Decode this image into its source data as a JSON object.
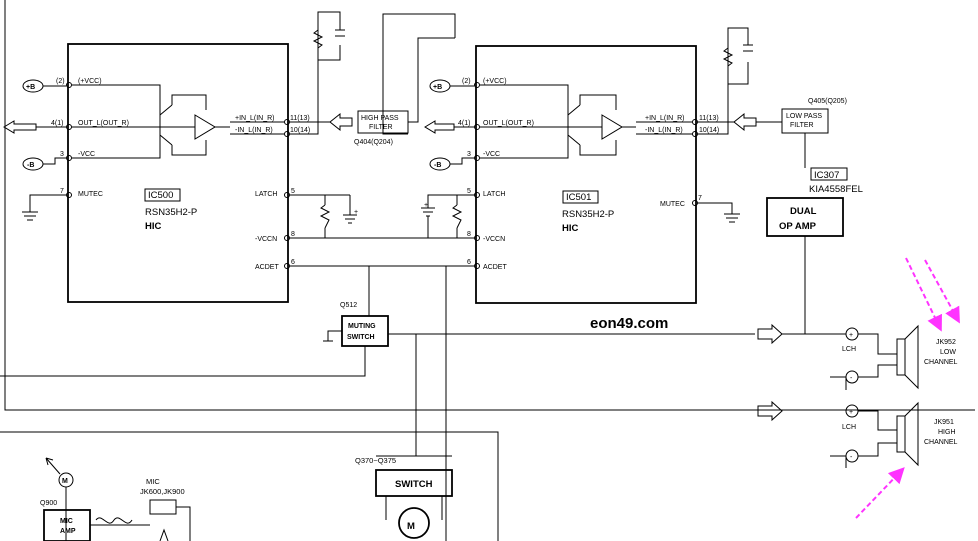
{
  "ic500": {
    "designator": "IC500",
    "part": "RSN35H2-P",
    "type": "HIC",
    "pins": {
      "vcc_pos": "(2)",
      "vcc_pos_name": "(+VCC)",
      "out": "4(1)",
      "out_name": "OUT_L(OUT_R)",
      "vcc_neg": "3",
      "vcc_neg_name": "-VCC",
      "mutec": "7",
      "mutec_name": "MUTEC",
      "in_pos_name": "+IN_L(IN_R)",
      "in_pos": "11(13)",
      "in_neg_name": "-IN_L(IN_R)",
      "in_neg": "10(14)",
      "latch_name": "LATCH",
      "latch": "5",
      "vccn_name": "-VCCN",
      "vccn": "8",
      "acdet_name": "ACDET",
      "acdet": "6"
    }
  },
  "ic501": {
    "designator": "IC501",
    "part": "RSN35H2-P",
    "type": "HIC",
    "pins": {
      "vcc_pos": "(2)",
      "vcc_pos_name": "(+VCC)",
      "out": "4(1)",
      "out_name": "OUT_L(OUT_R)",
      "vcc_neg": "3",
      "vcc_neg_name": "-VCC",
      "latch": "5",
      "latch_name": "LATCH",
      "vccn": "8",
      "vccn_name": "-VCCN",
      "acdet": "6",
      "acdet_name": "ACDET",
      "in_pos_name": "+IN_L(IN_R)",
      "in_pos": "11(13)",
      "in_neg_name": "-IN_L(IN_R)",
      "in_neg": "10(14)",
      "mutec_name": "MUTEC",
      "mutec": "7"
    }
  },
  "supply": {
    "pos": "+B",
    "neg": "-B"
  },
  "hpf": {
    "line1": "HIGH PASS",
    "line2": "FILTER",
    "ref": "Q404(Q204)"
  },
  "lpf": {
    "line1": "LOW PASS",
    "line2": "FILTER",
    "ref": "Q405(Q205)"
  },
  "ic307": {
    "designator": "IC307",
    "part": "KIA4558FEL",
    "line1": "DUAL",
    "line2": "OP AMP"
  },
  "muting": {
    "ref": "Q512",
    "line1": "MUTING",
    "line2": "SWITCH"
  },
  "switch": {
    "ref": "Q370~Q375",
    "label": "SWITCH",
    "motor": "M"
  },
  "jk952": {
    "ref": "JK952",
    "line1": "LOW",
    "line2": "CHANNEL",
    "lch": "LCH"
  },
  "jk951": {
    "ref": "JK951",
    "line1": "HIGH",
    "line2": "CHANNEL",
    "lch": "LCH"
  },
  "mic": {
    "label": "MIC",
    "jacks": "JK600,JK900",
    "amp_ref": "Q900",
    "amp_line1": "MIC",
    "amp_line2": "AMP",
    "motor": "M"
  },
  "watermark": "eon49.com",
  "colors": {
    "line": "#000000",
    "arrow_annotation": "#ff33ff"
  }
}
